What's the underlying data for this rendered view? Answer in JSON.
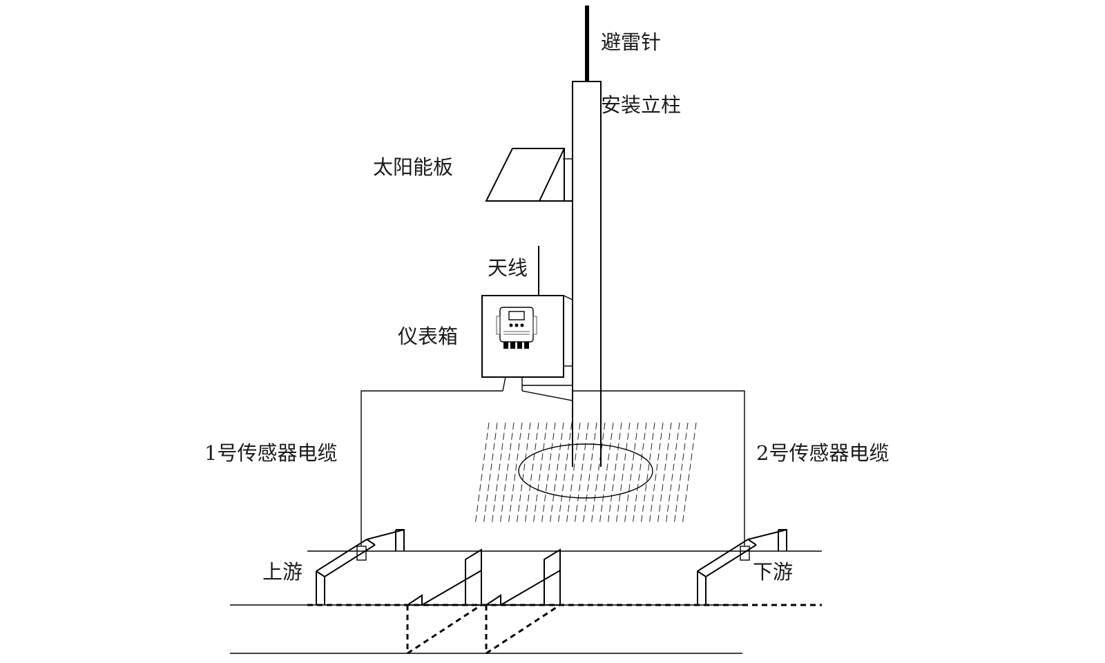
{
  "labels": {
    "lightning_rod": "避雷针",
    "mounting_pole": "安装立柱",
    "solar_panel": "太阳能板",
    "antenna": "天线",
    "instrument_box": "仪表箱",
    "sensor_cable_1": "1号传感器电缆",
    "sensor_cable_2": "2号传感器电缆",
    "upstream": "上游",
    "downstream": "下游"
  },
  "colors": {
    "line": "#000000",
    "text": "#1a1a1a",
    "background": "#ffffff"
  }
}
